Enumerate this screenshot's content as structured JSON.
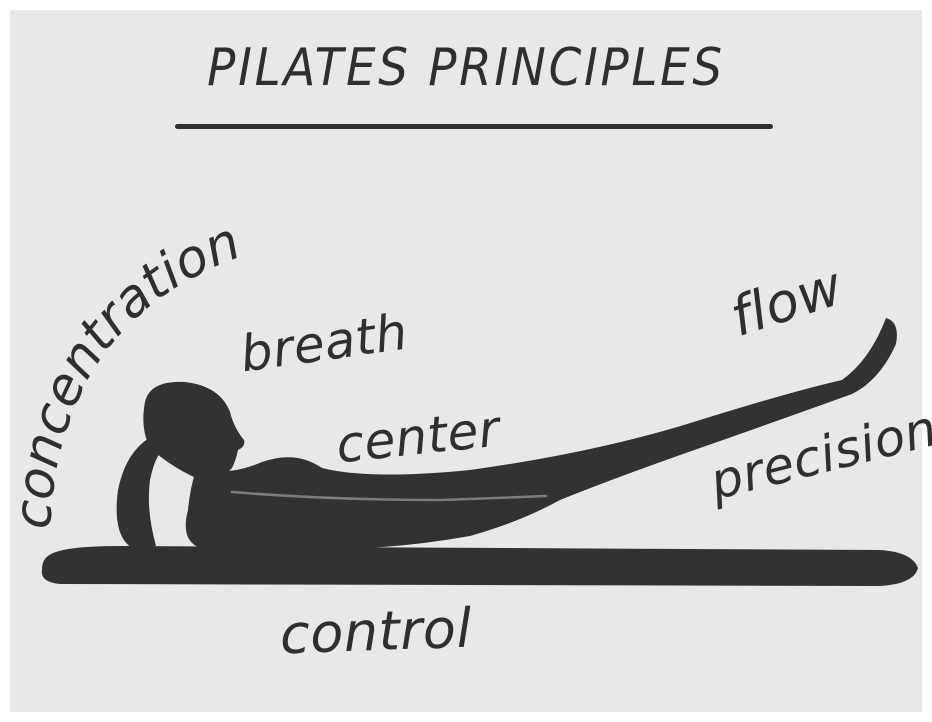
{
  "title": "PILATES PRINCIPLES",
  "principles": {
    "concentration": "concentration",
    "breath": "breath",
    "center": "center",
    "flow": "flow",
    "precision": "precision",
    "control": "control"
  },
  "colors": {
    "background": "#e8e8e7",
    "ink": "#2f2f2f"
  }
}
